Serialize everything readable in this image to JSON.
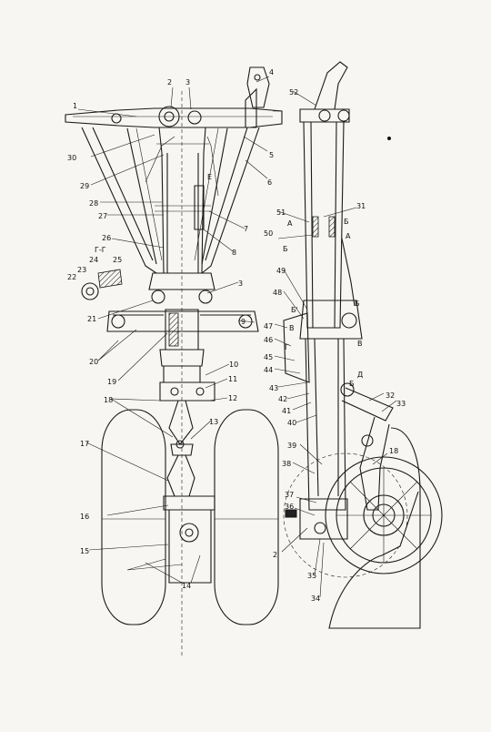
{
  "callouts_front": [
    "1",
    "2",
    "3",
    "4",
    "5",
    "6",
    "7",
    "8",
    "9",
    "10",
    "11",
    "12",
    "13",
    "14",
    "15",
    "16",
    "17",
    "18",
    "19",
    "20",
    "21",
    "22",
    "23",
    "24",
    "25",
    "26",
    "27",
    "28",
    "29",
    "30",
    "3"
  ],
  "callouts_side": [
    "31",
    "32",
    "33",
    "34",
    "35",
    "36",
    "37",
    "38",
    "39",
    "40",
    "41",
    "42",
    "43",
    "44",
    "45",
    "46",
    "47",
    "48",
    "49",
    "50",
    "51",
    "52",
    "18",
    "2"
  ],
  "section_letters": [
    "Г-Г",
    "Е",
    "А",
    "А",
    "Б",
    "Б",
    "Б",
    "В",
    "В",
    "Г",
    "Д",
    "Б'",
    "Б"
  ],
  "colors": {
    "paper": "#f7f6f2",
    "ink": "#1a1a1a"
  }
}
